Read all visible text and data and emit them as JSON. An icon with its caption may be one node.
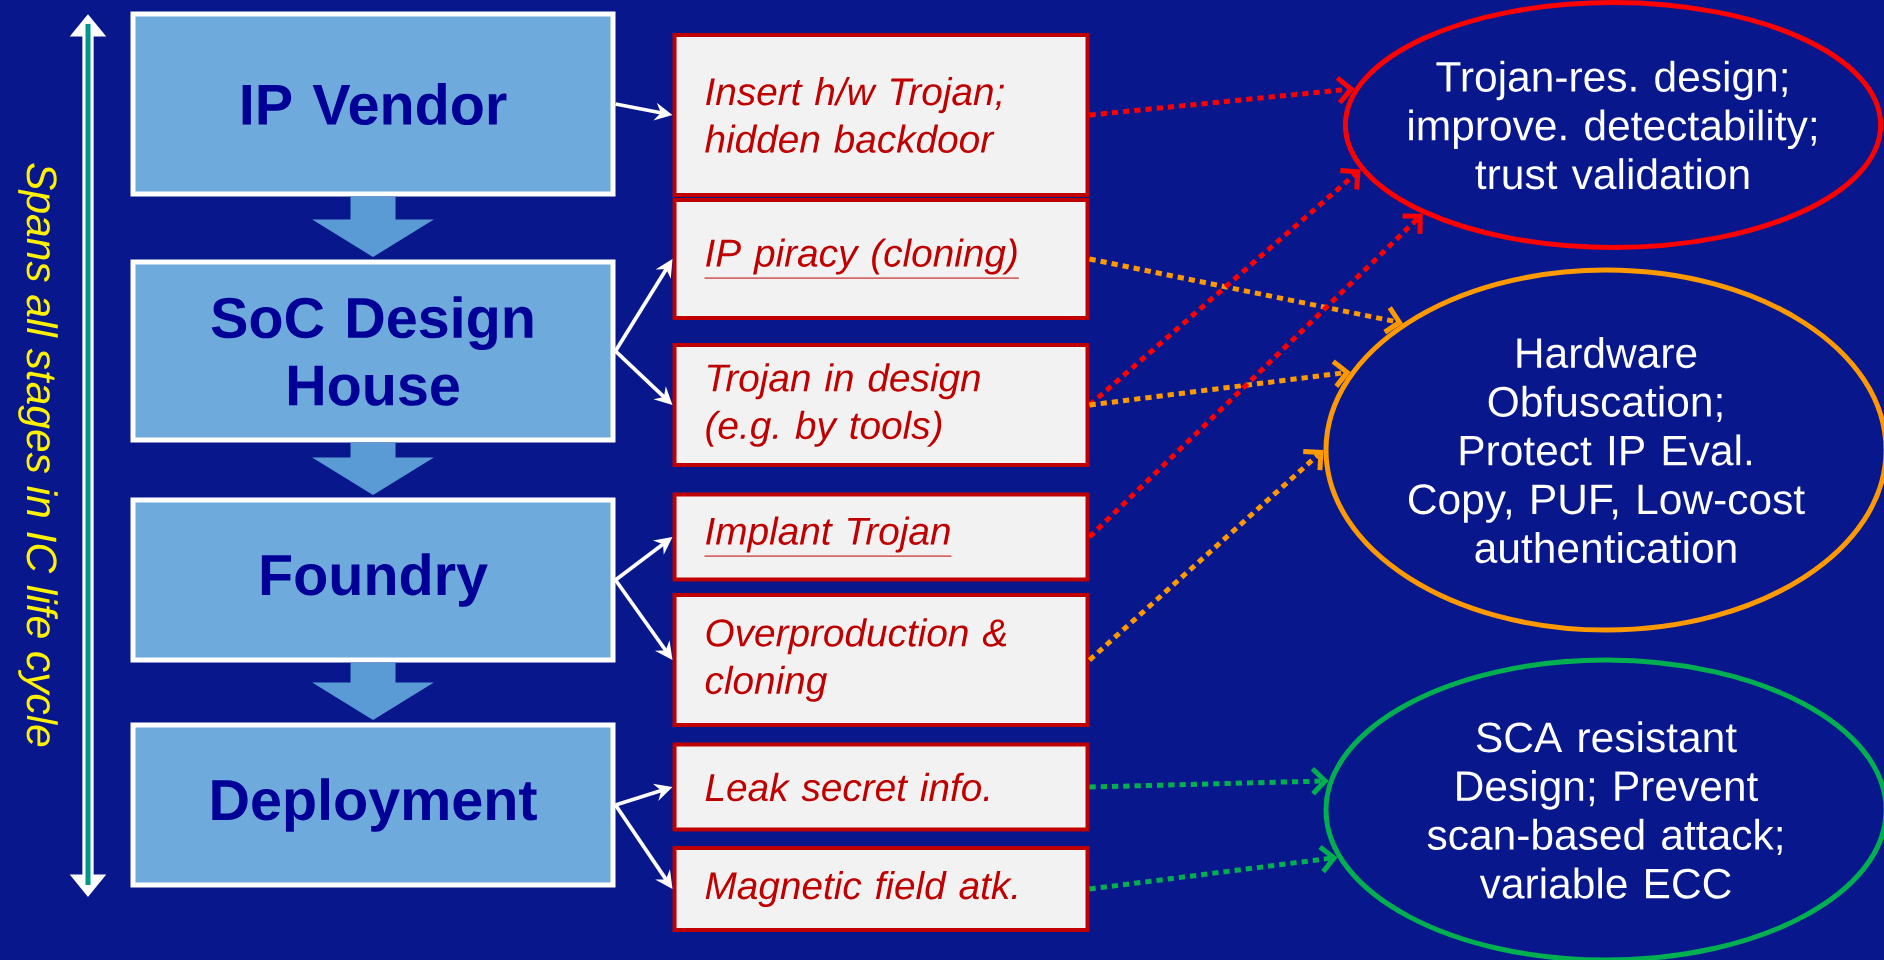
{
  "diagram": {
    "nodes": [
      {
        "text": [
          "IP Vendor"
        ]
      },
      {
        "text": [
          "SoC Design House"
        ]
      },
      {
        "text": [
          "Foundry"
        ]
      },
      {
        "text": [
          "Deployment"
        ]
      },
      {
        "text": [
          "Insert h/w Trojan; hidden backdoor"
        ]
      },
      {
        "text": [
          "IP piracy (cloning)"
        ]
      },
      {
        "text": [
          "Trojan in design (e.g. by tools)"
        ]
      },
      {
        "text": [
          "Implant Trojan"
        ]
      },
      {
        "text": [
          "Overproduction & cloning"
        ]
      },
      {
        "text": [
          "Leak secret info."
        ]
      },
      {
        "text": [
          "Magnetic field atk."
        ]
      },
      {
        "text": [
          "Trojan-res. design; improve. detectability; trust validation"
        ]
      },
      {
        "text": [
          "Hardware Obfuscation; Protect IP Eval. Copy, PUF, Low-cost authentication"
        ]
      },
      {
        "text": [
          "SCA resistant Design; Prevent scan-based attack; variable ECC"
        ]
      }
    ],
    "edges": [
      {
        "from": 0,
        "to": 1,
        "arrow": "to",
        "style": "thick",
        "color": "#5b9bd5"
      },
      {
        "from": 1,
        "to": 2,
        "arrow": "to",
        "style": "thick",
        "color": "#5b9bd5"
      },
      {
        "from": 2,
        "to": 3,
        "arrow": "to",
        "style": "thick",
        "color": "#5b9bd5"
      },
      {
        "from": 0,
        "to": 4,
        "arrow": "to"
      },
      {
        "from": 1,
        "to": 5,
        "arrow": "to"
      },
      {
        "from": 1,
        "to": 6,
        "arrow": "to"
      },
      {
        "from": 2,
        "to": 7,
        "arrow": "to"
      },
      {
        "from": 2,
        "to": 8,
        "arrow": "to"
      },
      {
        "from": 3,
        "to": 9,
        "arrow": "to"
      },
      {
        "from": 3,
        "to": 10,
        "arrow": "to"
      },
      {
        "from": 4,
        "to": 11,
        "arrow": "to",
        "style": "dashed",
        "color": "#ff0000"
      },
      {
        "from": 5,
        "to": 12,
        "arrow": "to",
        "style": "dashed",
        "color": "#ff9900"
      },
      {
        "from": 6,
        "to": 11,
        "arrow": "to",
        "style": "dashed",
        "color": "#ff0000"
      },
      {
        "from": 6,
        "to": 12,
        "arrow": "to",
        "style": "dashed",
        "color": "#ff9900"
      },
      {
        "from": 7,
        "to": 11,
        "arrow": "to",
        "style": "dashed",
        "color": "#ff0000"
      },
      {
        "from": 8,
        "to": 12,
        "arrow": "to",
        "style": "dashed",
        "color": "#ff9900"
      },
      {
        "from": 9,
        "to": 13,
        "arrow": "to",
        "style": "dashed",
        "color": "#00b050"
      },
      {
        "from": 10,
        "to": 13,
        "arrow": "to",
        "style": "dashed",
        "color": "#00b050"
      }
    ],
    "labels": [
      "Spans all stages in IC life cycle"
    ]
  }
}
